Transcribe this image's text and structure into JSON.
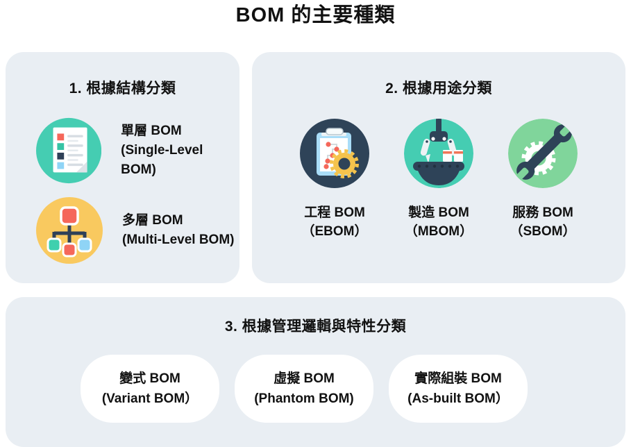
{
  "page": {
    "title": "BOM 的主要種類"
  },
  "colors": {
    "panel_bg": "#e9eef3",
    "teal": "#45cdb2",
    "yellow": "#f9c95f",
    "navy": "#2e4358",
    "green": "#80d59b",
    "red": "#f5675a",
    "light_blue": "#8fd4f6",
    "gear_yellow": "#f5c34c",
    "pill_bg": "#ffffff",
    "text": "#111111"
  },
  "sections": {
    "structure": {
      "heading": "1. 根據結構分類",
      "items": [
        {
          "icon": "document-list-icon",
          "circle_color": "#45cdb2",
          "name": "單層 BOM",
          "en": "(Single-Level BOM)"
        },
        {
          "icon": "hierarchy-tree-icon",
          "circle_color": "#f9c95f",
          "name": "多層 BOM",
          "en": "(Multi-Level BOM)"
        }
      ]
    },
    "purpose": {
      "heading": "2. 根據用途分類",
      "items": [
        {
          "icon": "clipboard-gear-icon",
          "circle_color": "#2e4358",
          "name": "工程 BOM",
          "en": "（EBOM）"
        },
        {
          "icon": "robotic-arm-icon",
          "circle_color": "#45cdb2",
          "name": "製造 BOM",
          "en": "（MBOM）"
        },
        {
          "icon": "wrench-gear-icon",
          "circle_color": "#80d59b",
          "name": "服務 BOM",
          "en": "（SBOM）"
        }
      ]
    },
    "management": {
      "heading": "3. 根據管理邏輯與特性分類",
      "items": [
        {
          "name": "變式 BOM",
          "en": "(Variant BOM）"
        },
        {
          "name": "虛擬 BOM",
          "en": "(Phantom BOM)"
        },
        {
          "name": "實際組裝 BOM",
          "en": "(As-built BOM）"
        }
      ]
    }
  }
}
